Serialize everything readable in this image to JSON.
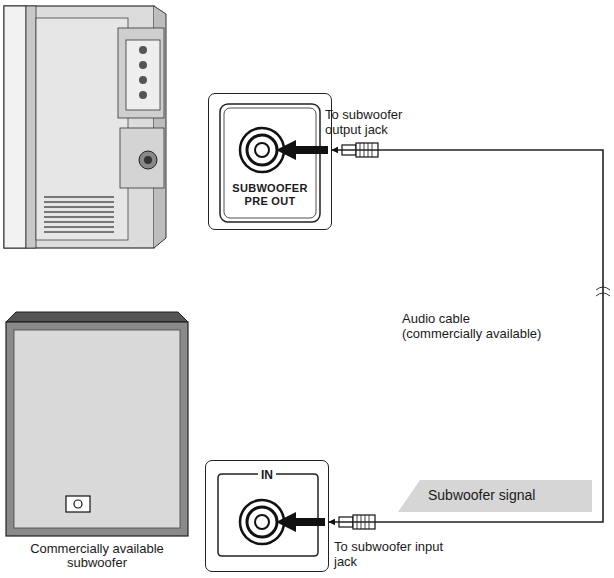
{
  "diagram": {
    "nodes": [
      {
        "text": [
          "SUBWOOFER PRE OUT"
        ]
      },
      {
        "text": [
          "IN"
        ]
      },
      {
        "text": [
          "Commercially available subwoofer"
        ]
      }
    ],
    "edges": [
      {
        "from": 0,
        "to": 1,
        "arrow": "both"
      }
    ],
    "labels": [
      "To subwoofer output jack",
      "Audio cable (commercially available)",
      "Subwoofer signal",
      "To subwoofer input jack"
    ]
  }
}
